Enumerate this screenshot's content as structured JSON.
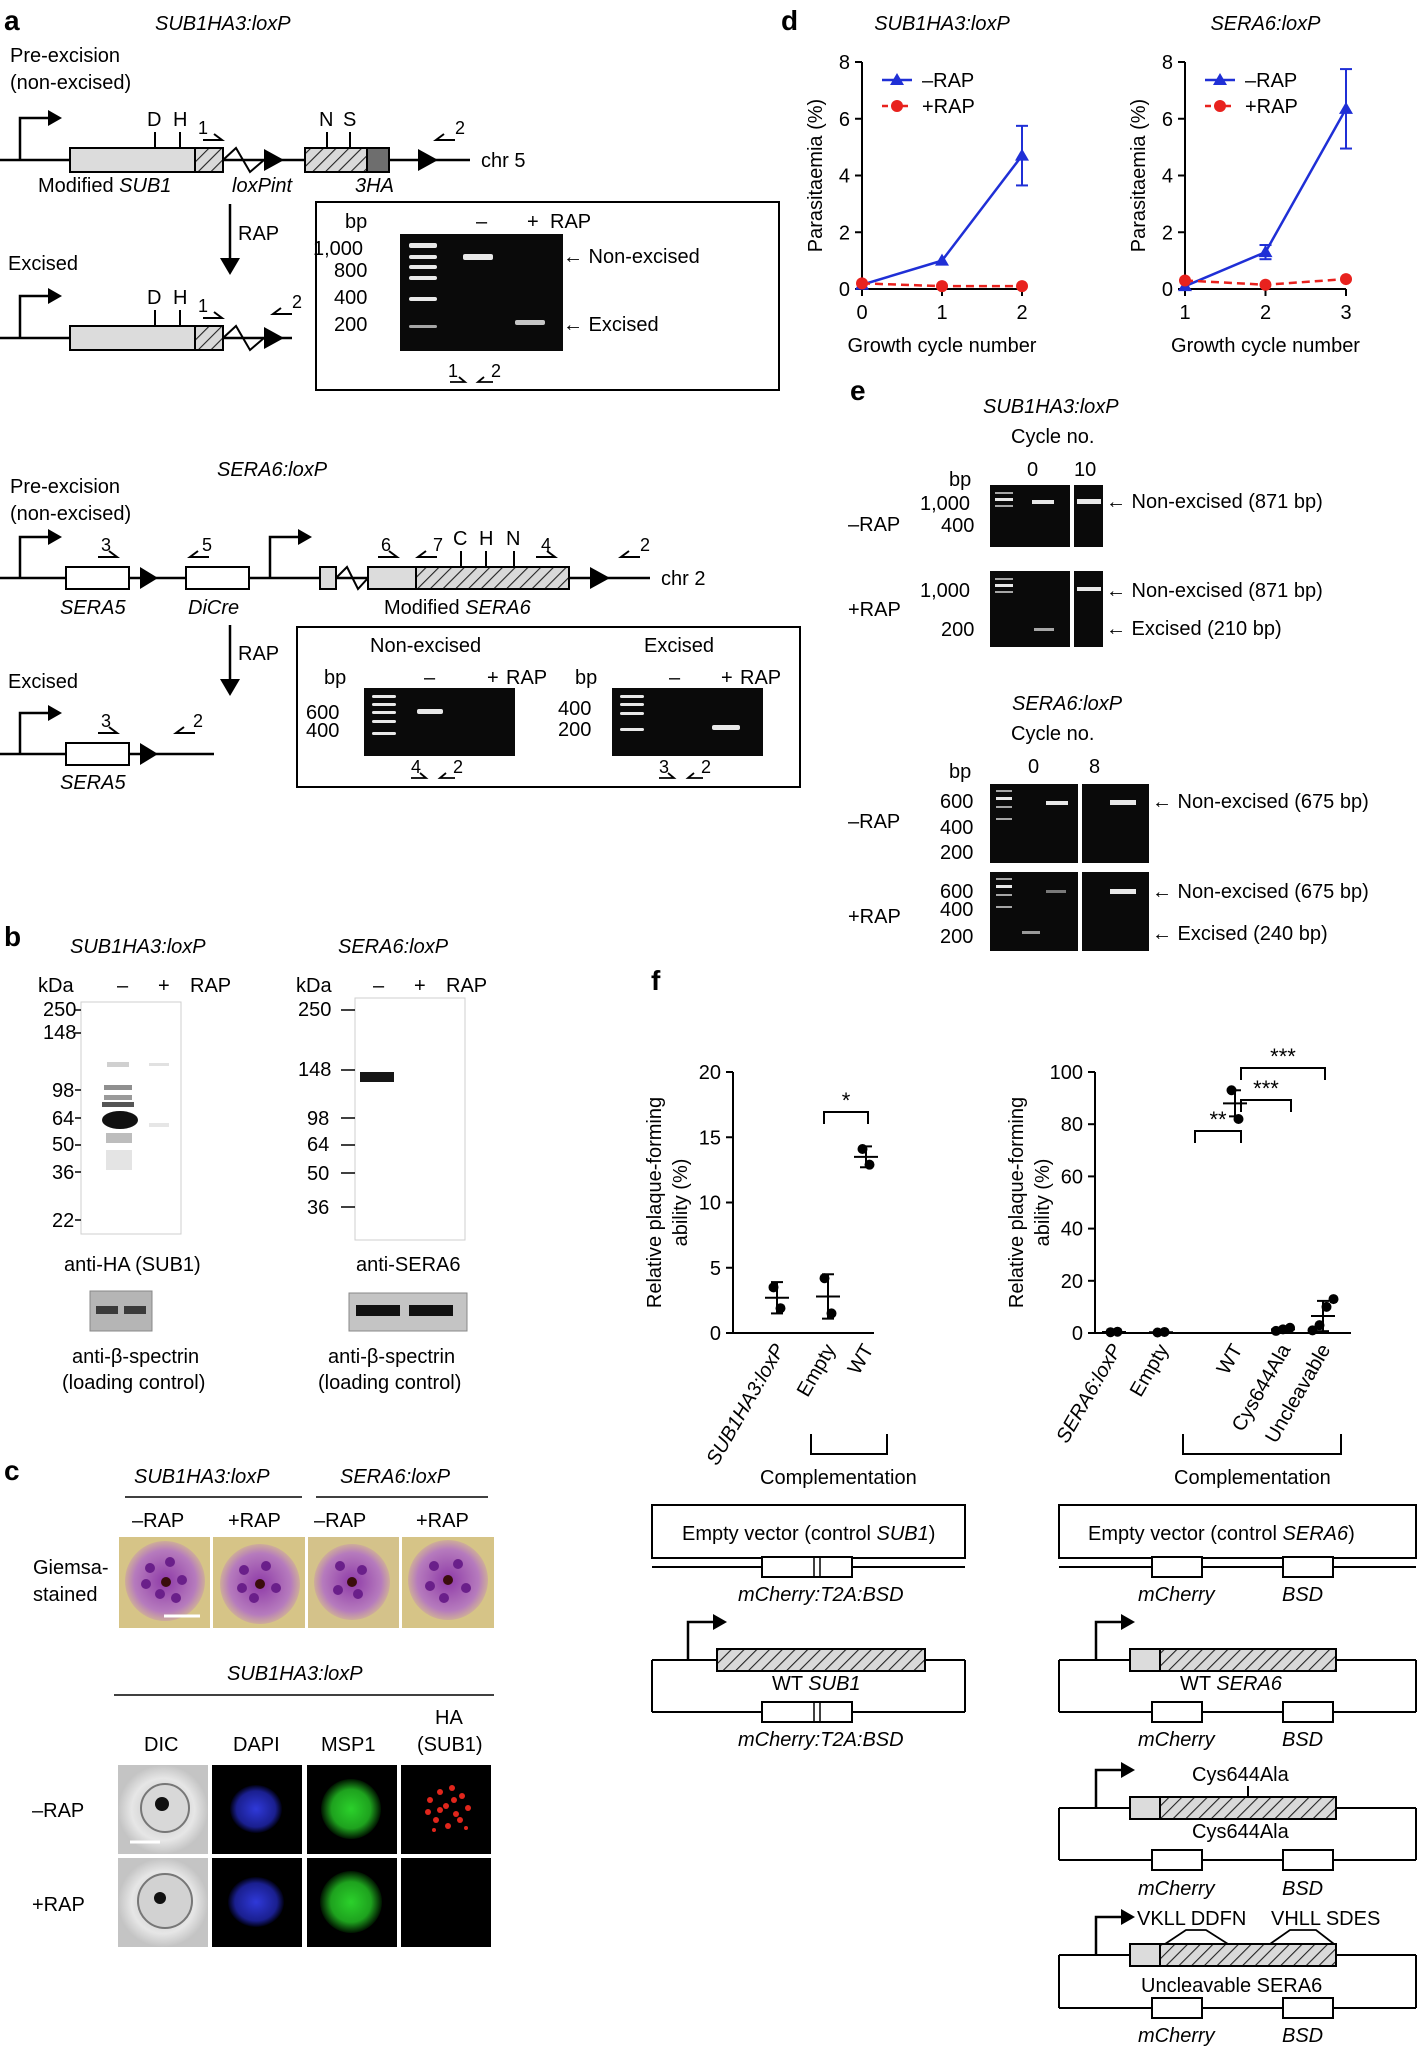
{
  "labels": {
    "a": "a",
    "b": "b",
    "c": "c",
    "d": "d",
    "e": "e",
    "f": "f"
  },
  "panel_a": {
    "sub1_title": "SUB1HA3:loxP",
    "pre1": "Pre-excision",
    "pre2": "(non-excised)",
    "site_d": "D",
    "site_h": "H",
    "site_n": "N",
    "site_s": "S",
    "p1": "1",
    "p2": "2",
    "chr5": "chr 5",
    "mod_sub1_a": "Modified ",
    "mod_sub1_b": "SUB1",
    "loxpint": "loxPint",
    "ha3": "3HA",
    "rap": "RAP",
    "excised": "Excised",
    "gel_bp": "bp",
    "gel_minus": "–",
    "gel_plus": "+",
    "gel_rap": "RAP",
    "gel_1000": "1,000",
    "gel_800": "800",
    "gel_400": "400",
    "gel_200": "200",
    "nonexc": "← Non-excised",
    "exc": "← Excised",
    "primers_1": "1",
    "primers_2": "2",
    "sera6_title": "SERA6:loxP",
    "p3": "3",
    "p5": "5",
    "p6": "6",
    "p7": "7",
    "p4": "4",
    "site_c": "C",
    "chr2": "chr 2",
    "sera5": "SERA5",
    "dicre": "DiCre",
    "mod_sera6_a": "Modified ",
    "mod_sera6_b": "SERA6",
    "g2_nonexc": "Non-excised",
    "g2_exc": "Excised",
    "g2_600": "600",
    "g2_400": "400",
    "g2_200": "200"
  },
  "panel_b": {
    "sub1_title": "SUB1HA3:loxP",
    "sera6_title": "SERA6:loxP",
    "kda": "kDa",
    "minus": "–",
    "plus": "+",
    "rap": "RAP",
    "m1": [
      "250",
      "148",
      "98",
      "64",
      "50",
      "36",
      "22"
    ],
    "m2": [
      "250",
      "148",
      "98",
      "64",
      "50",
      "36"
    ],
    "anti_ha": "anti-HA (SUB1)",
    "anti_sera6": "anti-SERA6",
    "anti_spec": "anti-β-spectrin",
    "loading": "(loading control)"
  },
  "panel_c": {
    "sub1_title": "SUB1HA3:loxP",
    "sera6_title": "SERA6:loxP",
    "mrap": "–RAP",
    "prap": "+RAP",
    "giemsa1": "Giemsa-",
    "giemsa2": "stained",
    "sub1_title2": "SUB1HA3:loxP",
    "dic": "DIC",
    "dapi": "DAPI",
    "msp1": "MSP1",
    "ha": "HA",
    "ha2": "(SUB1)"
  },
  "panel_d": {
    "title_left": "SUB1HA3:loxP",
    "title_right": "SERA6:loxP",
    "ylabel": "Parasitaemia (%)",
    "xlabel": "Growth cycle number",
    "legend_minus": "–RAP",
    "legend_plus": "+RAP"
  },
  "panel_e": {
    "sub1_title": "SUB1HA3:loxP",
    "sera6_title": "SERA6:loxP",
    "cycle": "Cycle no.",
    "bp": "bp",
    "c0": "0",
    "c10": "10",
    "c8": "8",
    "mrap": "–RAP",
    "prap": "+RAP",
    "m1000": "1,000",
    "m400": "400",
    "m200": "200",
    "m600": "600",
    "nonexc871": "← Non-excised (871 bp)",
    "exc210": "← Excised (210 bp)",
    "nonexc675": "← Non-excised (675 bp)",
    "exc240": "← Excised (240 bp)"
  },
  "panel_f": {
    "ylabel1": "Relative plaque-forming",
    "ylabel2": "ability (%)",
    "left_x": [
      "SUB1HA3:loxP",
      "Empty",
      "WT"
    ],
    "right_x": [
      "SERA6:loxP",
      "Empty",
      "WT",
      "Cys644Ala",
      "Uncleavable"
    ],
    "complementation": "Complementation",
    "sig_left": "*",
    "sig_right": [
      "**",
      "***",
      "***"
    ],
    "ev_sub1_a": "Empty vector (control ",
    "ev_sub1_b": "SUB1",
    "ev_sub1_c": ")",
    "ev_sera6_a": "Empty vector (control ",
    "ev_sera6_b": "SERA6",
    "ev_sera6_c": ")",
    "mcherry_t2a": "mCherry:T2A:BSD",
    "mcherry": "mCherry",
    "bsd": "BSD",
    "wt_sub1_a": "WT ",
    "wt_sub1_b": "SUB1",
    "wt_sera6_a": "WT ",
    "wt_sera6_b": "SERA6",
    "cys": "Cys644Ala",
    "uncleav": "Uncleavable SERA6",
    "vkll": "VKLL DDFN",
    "vhll": "VHLL SDES"
  },
  "chart_data": [
    {
      "type": "line",
      "title": "SUB1HA3:loxP",
      "xlabel": "Growth cycle number",
      "ylabel": "Parasitaemia (%)",
      "x": [
        0,
        1,
        2
      ],
      "xlim": [
        0,
        2
      ],
      "ylim": [
        0,
        8
      ],
      "series": [
        {
          "name": "–RAP",
          "values": [
            0.15,
            1.0,
            4.7
          ],
          "err": [
            0,
            0,
            1.05
          ],
          "color": "#1f2fd6"
        },
        {
          "name": "+RAP",
          "values": [
            0.2,
            0.1,
            0.1
          ],
          "err": [
            0,
            0,
            0
          ],
          "color": "#e8221e"
        }
      ]
    },
    {
      "type": "line",
      "title": "SERA6:loxP",
      "xlabel": "Growth cycle number",
      "ylabel": "Parasitaemia (%)",
      "x": [
        1,
        2,
        3
      ],
      "xlim": [
        1,
        3
      ],
      "ylim": [
        0,
        8
      ],
      "series": [
        {
          "name": "–RAP",
          "values": [
            0.1,
            1.3,
            6.35
          ],
          "err": [
            0,
            0.25,
            1.4
          ],
          "color": "#1f2fd6"
        },
        {
          "name": "+RAP",
          "values": [
            0.3,
            0.15,
            0.35
          ],
          "err": [
            0,
            0,
            0
          ],
          "color": "#e8221e"
        }
      ]
    },
    {
      "type": "scatter",
      "ylabel": "Relative plaque-forming ability (%)",
      "categories": [
        "SUB1HA3:loxP",
        "Empty",
        "WT"
      ],
      "ylim": [
        0,
        20
      ],
      "points": [
        [
          3.5,
          1.9
        ],
        [
          4.2,
          1.5
        ],
        [
          14.1,
          12.9
        ]
      ],
      "mean": [
        2.7,
        2.8,
        13.5
      ],
      "sd": [
        1.2,
        1.7,
        0.8
      ]
    },
    {
      "type": "scatter",
      "ylabel": "Relative plaque-forming ability (%)",
      "categories": [
        "SERA6:loxP",
        "Empty",
        "WT",
        "Cys644Ala",
        "Uncleavable"
      ],
      "ylim": [
        0,
        100
      ],
      "points": [
        [
          0.3,
          0.5
        ],
        [
          0.2,
          0.4
        ],
        [
          93,
          82
        ],
        [
          0.8,
          1.4,
          2.0
        ],
        [
          1.0,
          3.0,
          10.0,
          13.0
        ]
      ],
      "mean": [
        0.4,
        0.3,
        88,
        1.4,
        6.5
      ],
      "sd": [
        0.2,
        0.2,
        5,
        0.6,
        5.8
      ]
    }
  ]
}
